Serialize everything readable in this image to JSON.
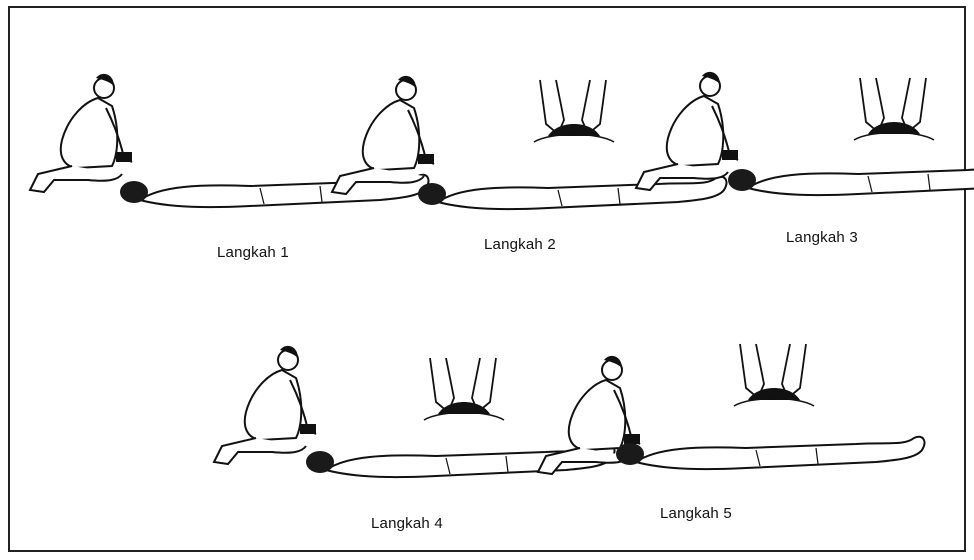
{
  "figure": {
    "steps": [
      {
        "label": "Langkah 1"
      },
      {
        "label": "Langkah 2"
      },
      {
        "label": "Langkah 3"
      },
      {
        "label": "Langkah 4"
      },
      {
        "label": "Langkah 5"
      }
    ]
  }
}
